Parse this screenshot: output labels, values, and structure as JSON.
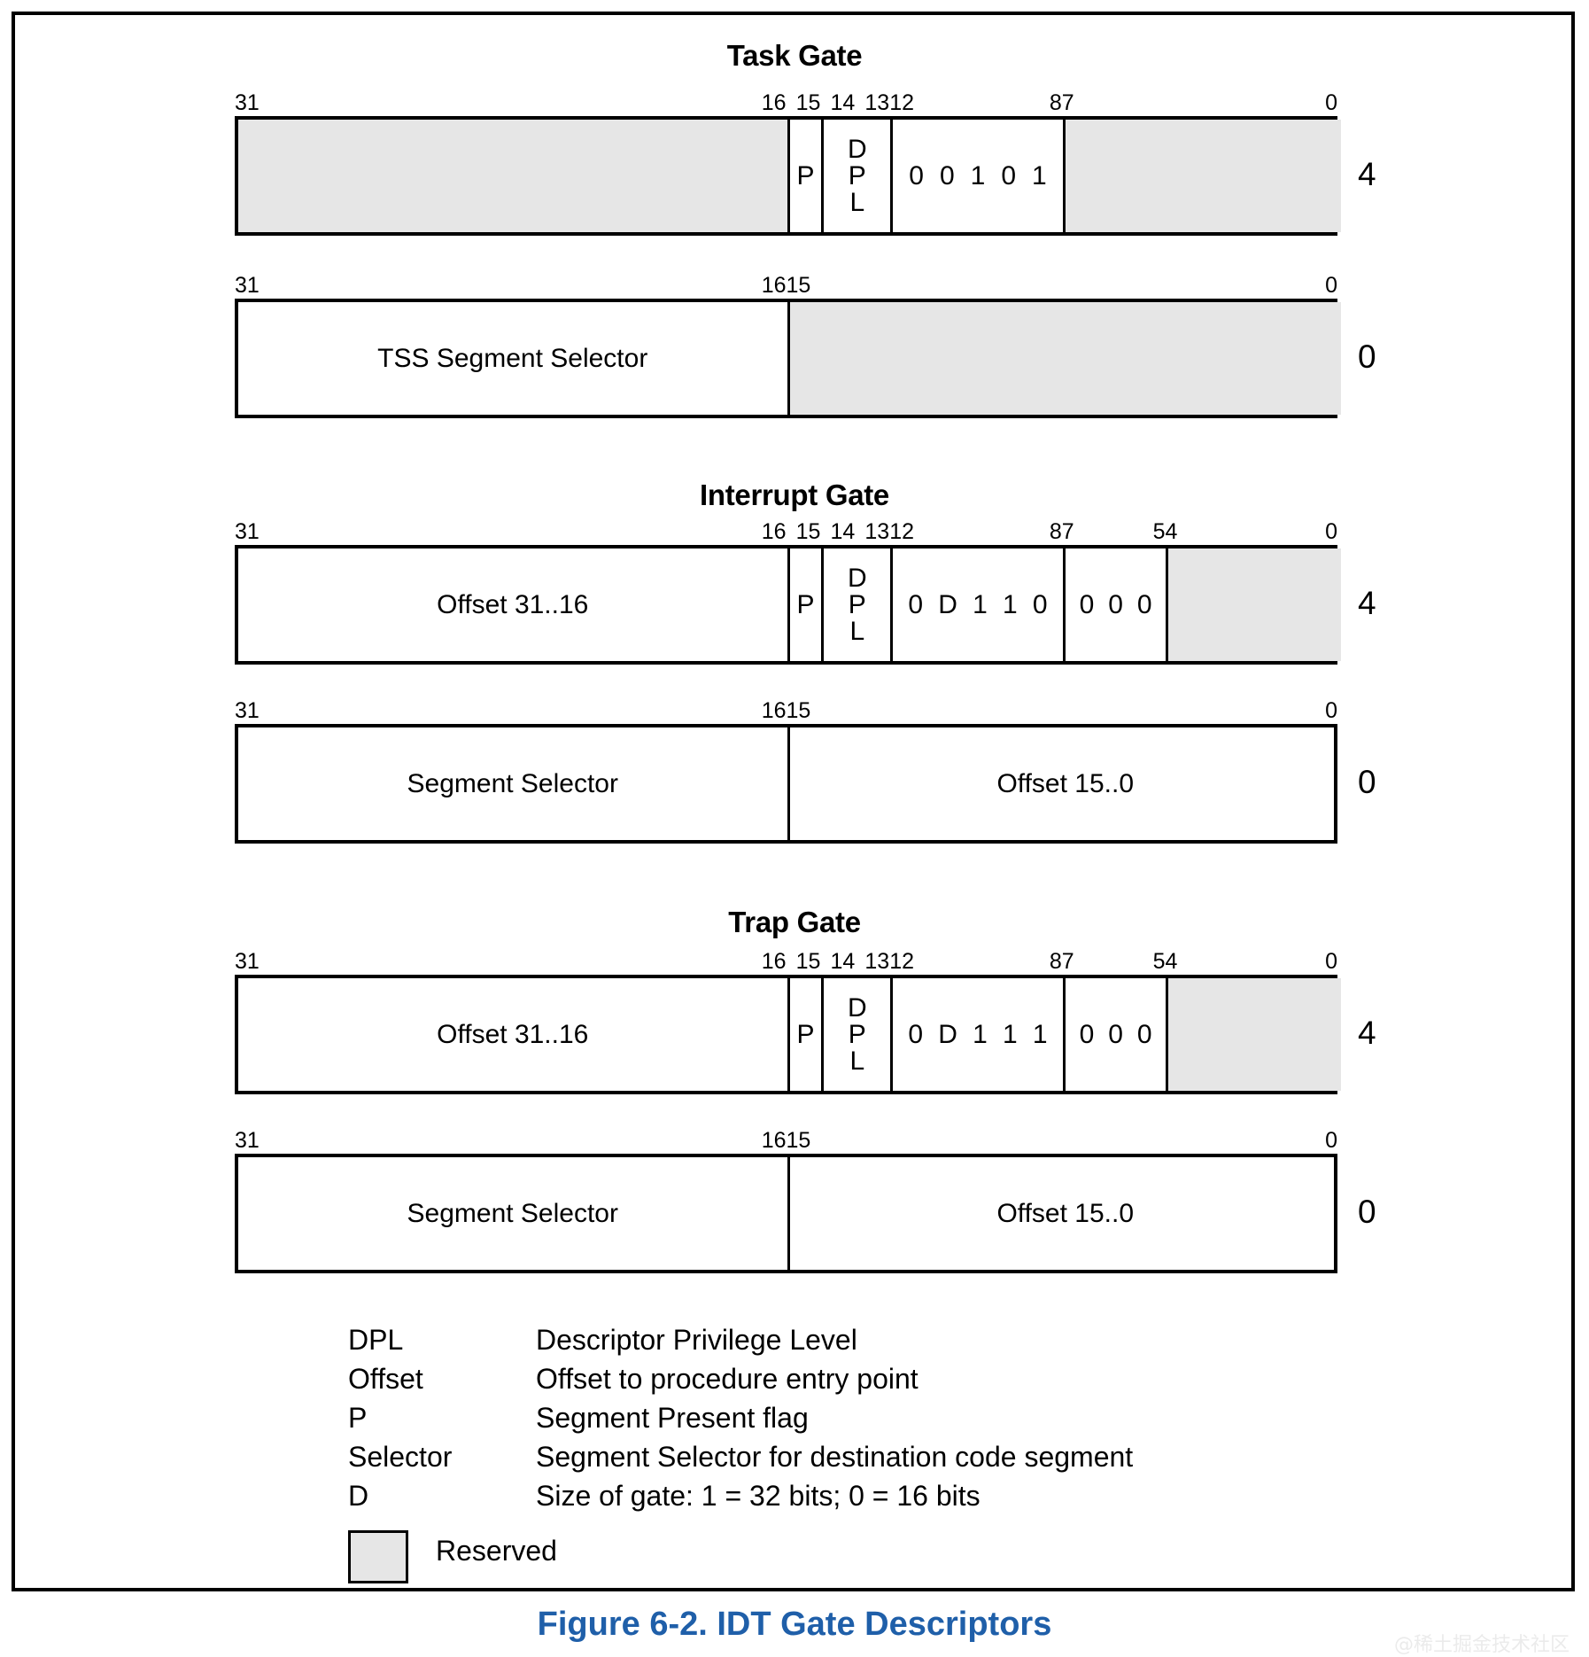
{
  "figure": {
    "caption": "Figure 6-2.  IDT Gate Descriptors",
    "caption_color": "#1f5fa9",
    "watermark": "@稀土掘金技术社区"
  },
  "colors": {
    "reserved_fill": "#e6e6e6",
    "border": "#000000"
  },
  "gates": [
    {
      "title": "Task Gate",
      "rows": [
        {
          "offset_label": "4",
          "ticks": [
            {
              "text": "31",
              "bit": 31,
              "align": "l"
            },
            {
              "text": "16",
              "bit": 16,
              "align": "r"
            },
            {
              "text": "15",
              "bit": 15,
              "align": "r"
            },
            {
              "text": "14",
              "bit": 14,
              "align": "r"
            },
            {
              "text": "13",
              "bit": 13,
              "align": "r"
            },
            {
              "text": "12",
              "bit": 12,
              "align": "l"
            },
            {
              "text": "8",
              "bit": 8,
              "align": "r"
            },
            {
              "text": "7",
              "bit": 7,
              "align": "l"
            },
            {
              "text": "0",
              "bit": 0,
              "align": "r"
            }
          ],
          "cells": [
            {
              "hi": 31,
              "lo": 16,
              "label": "",
              "reserved": true
            },
            {
              "hi": 15,
              "lo": 15,
              "label": "P",
              "reserved": false
            },
            {
              "hi": 14,
              "lo": 13,
              "label": "D\nP\nL",
              "stacked": true,
              "reserved": false
            },
            {
              "hi": 12,
              "lo": 8,
              "bits": [
                "0",
                "0",
                "1",
                "0",
                "1"
              ],
              "reserved": false
            },
            {
              "hi": 7,
              "lo": 0,
              "label": "",
              "reserved": true
            }
          ]
        },
        {
          "offset_label": "0",
          "ticks": [
            {
              "text": "31",
              "bit": 31,
              "align": "l"
            },
            {
              "text": "16",
              "bit": 16,
              "align": "r"
            },
            {
              "text": "15",
              "bit": 15,
              "align": "l"
            },
            {
              "text": "0",
              "bit": 0,
              "align": "r"
            }
          ],
          "cells": [
            {
              "hi": 31,
              "lo": 16,
              "label": "TSS Segment Selector",
              "reserved": false
            },
            {
              "hi": 15,
              "lo": 0,
              "label": "",
              "reserved": true
            }
          ]
        }
      ]
    },
    {
      "title": "Interrupt Gate",
      "rows": [
        {
          "offset_label": "4",
          "ticks": [
            {
              "text": "31",
              "bit": 31,
              "align": "l"
            },
            {
              "text": "16",
              "bit": 16,
              "align": "r"
            },
            {
              "text": "15",
              "bit": 15,
              "align": "r"
            },
            {
              "text": "14",
              "bit": 14,
              "align": "r"
            },
            {
              "text": "13",
              "bit": 13,
              "align": "r"
            },
            {
              "text": "12",
              "bit": 12,
              "align": "l"
            },
            {
              "text": "8",
              "bit": 8,
              "align": "r"
            },
            {
              "text": "7",
              "bit": 7,
              "align": "l"
            },
            {
              "text": "5",
              "bit": 5,
              "align": "r"
            },
            {
              "text": "4",
              "bit": 4,
              "align": "l"
            },
            {
              "text": "0",
              "bit": 0,
              "align": "r"
            }
          ],
          "cells": [
            {
              "hi": 31,
              "lo": 16,
              "label": "Offset 31..16",
              "reserved": false
            },
            {
              "hi": 15,
              "lo": 15,
              "label": "P",
              "reserved": false
            },
            {
              "hi": 14,
              "lo": 13,
              "label": "D\nP\nL",
              "stacked": true,
              "reserved": false
            },
            {
              "hi": 12,
              "lo": 8,
              "bits": [
                "0",
                "D",
                "1",
                "1",
                "0"
              ],
              "reserved": false
            },
            {
              "hi": 7,
              "lo": 5,
              "bits": [
                "0",
                "0",
                "0"
              ],
              "reserved": false
            },
            {
              "hi": 4,
              "lo": 0,
              "label": "",
              "reserved": true
            }
          ]
        },
        {
          "offset_label": "0",
          "ticks": [
            {
              "text": "31",
              "bit": 31,
              "align": "l"
            },
            {
              "text": "16",
              "bit": 16,
              "align": "r"
            },
            {
              "text": "15",
              "bit": 15,
              "align": "l"
            },
            {
              "text": "0",
              "bit": 0,
              "align": "r"
            }
          ],
          "cells": [
            {
              "hi": 31,
              "lo": 16,
              "label": "Segment Selector",
              "reserved": false
            },
            {
              "hi": 15,
              "lo": 0,
              "label": "Offset 15..0",
              "reserved": false
            }
          ]
        }
      ]
    },
    {
      "title": "Trap Gate",
      "rows": [
        {
          "offset_label": "4",
          "ticks": [
            {
              "text": "31",
              "bit": 31,
              "align": "l"
            },
            {
              "text": "16",
              "bit": 16,
              "align": "r"
            },
            {
              "text": "15",
              "bit": 15,
              "align": "r"
            },
            {
              "text": "14",
              "bit": 14,
              "align": "r"
            },
            {
              "text": "13",
              "bit": 13,
              "align": "r"
            },
            {
              "text": "12",
              "bit": 12,
              "align": "l"
            },
            {
              "text": "8",
              "bit": 8,
              "align": "r"
            },
            {
              "text": "7",
              "bit": 7,
              "align": "l"
            },
            {
              "text": "5",
              "bit": 5,
              "align": "r"
            },
            {
              "text": "4",
              "bit": 4,
              "align": "l"
            },
            {
              "text": "0",
              "bit": 0,
              "align": "r"
            }
          ],
          "cells": [
            {
              "hi": 31,
              "lo": 16,
              "label": "Offset 31..16",
              "reserved": false
            },
            {
              "hi": 15,
              "lo": 15,
              "label": "P",
              "reserved": false
            },
            {
              "hi": 14,
              "lo": 13,
              "label": "D\nP\nL",
              "stacked": true,
              "reserved": false
            },
            {
              "hi": 12,
              "lo": 8,
              "bits": [
                "0",
                "D",
                "1",
                "1",
                "1"
              ],
              "reserved": false
            },
            {
              "hi": 7,
              "lo": 5,
              "bits": [
                "0",
                "0",
                "0"
              ],
              "reserved": false
            },
            {
              "hi": 4,
              "lo": 0,
              "label": "",
              "reserved": true
            }
          ]
        },
        {
          "offset_label": "0",
          "ticks": [
            {
              "text": "31",
              "bit": 31,
              "align": "l"
            },
            {
              "text": "16",
              "bit": 16,
              "align": "r"
            },
            {
              "text": "15",
              "bit": 15,
              "align": "l"
            },
            {
              "text": "0",
              "bit": 0,
              "align": "r"
            }
          ],
          "cells": [
            {
              "hi": 31,
              "lo": 16,
              "label": "Segment Selector",
              "reserved": false
            },
            {
              "hi": 15,
              "lo": 0,
              "label": "Offset 15..0",
              "reserved": false
            }
          ]
        }
      ]
    }
  ],
  "legend": {
    "entries": [
      {
        "term": "DPL",
        "desc": "Descriptor Privilege Level"
      },
      {
        "term": "Offset",
        "desc": "Offset to procedure entry point"
      },
      {
        "term": "P",
        "desc": "Segment Present flag"
      },
      {
        "term": "Selector",
        "desc": "Segment Selector for destination code segment"
      },
      {
        "term": "D",
        "desc": "Size of gate: 1 = 32 bits; 0 = 16 bits"
      }
    ],
    "reserved_label": "Reserved"
  }
}
